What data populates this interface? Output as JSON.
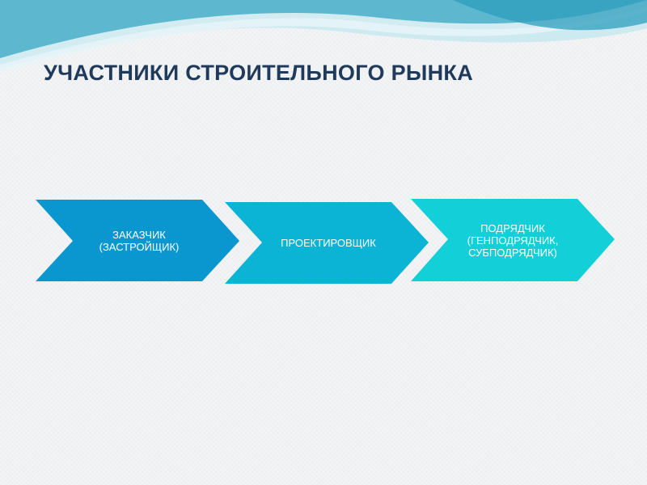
{
  "slide": {
    "title": "УЧАСТНИКИ СТРОИТЕЛЬНОГО РЫНКА"
  },
  "flow": {
    "steps": [
      {
        "label": "ЗАКАЗЧИК\n(ЗАСТРОЙЩИК)",
        "color": "#0a96cf"
      },
      {
        "label": "ПРОЕКТИРОВЩИК",
        "color": "#0bb4d4"
      },
      {
        "label": "ПОДРЯДЧИК\n(ГЕНПОДРЯДЧИК,\nСУБПОДРЯДЧИК)",
        "color": "#12cfd8"
      }
    ]
  },
  "colors": {
    "background": "#f3f4f5",
    "title": "#1f3a5a",
    "wave_dark": "#3aa7c4",
    "wave_light": "#bfe6ef"
  }
}
